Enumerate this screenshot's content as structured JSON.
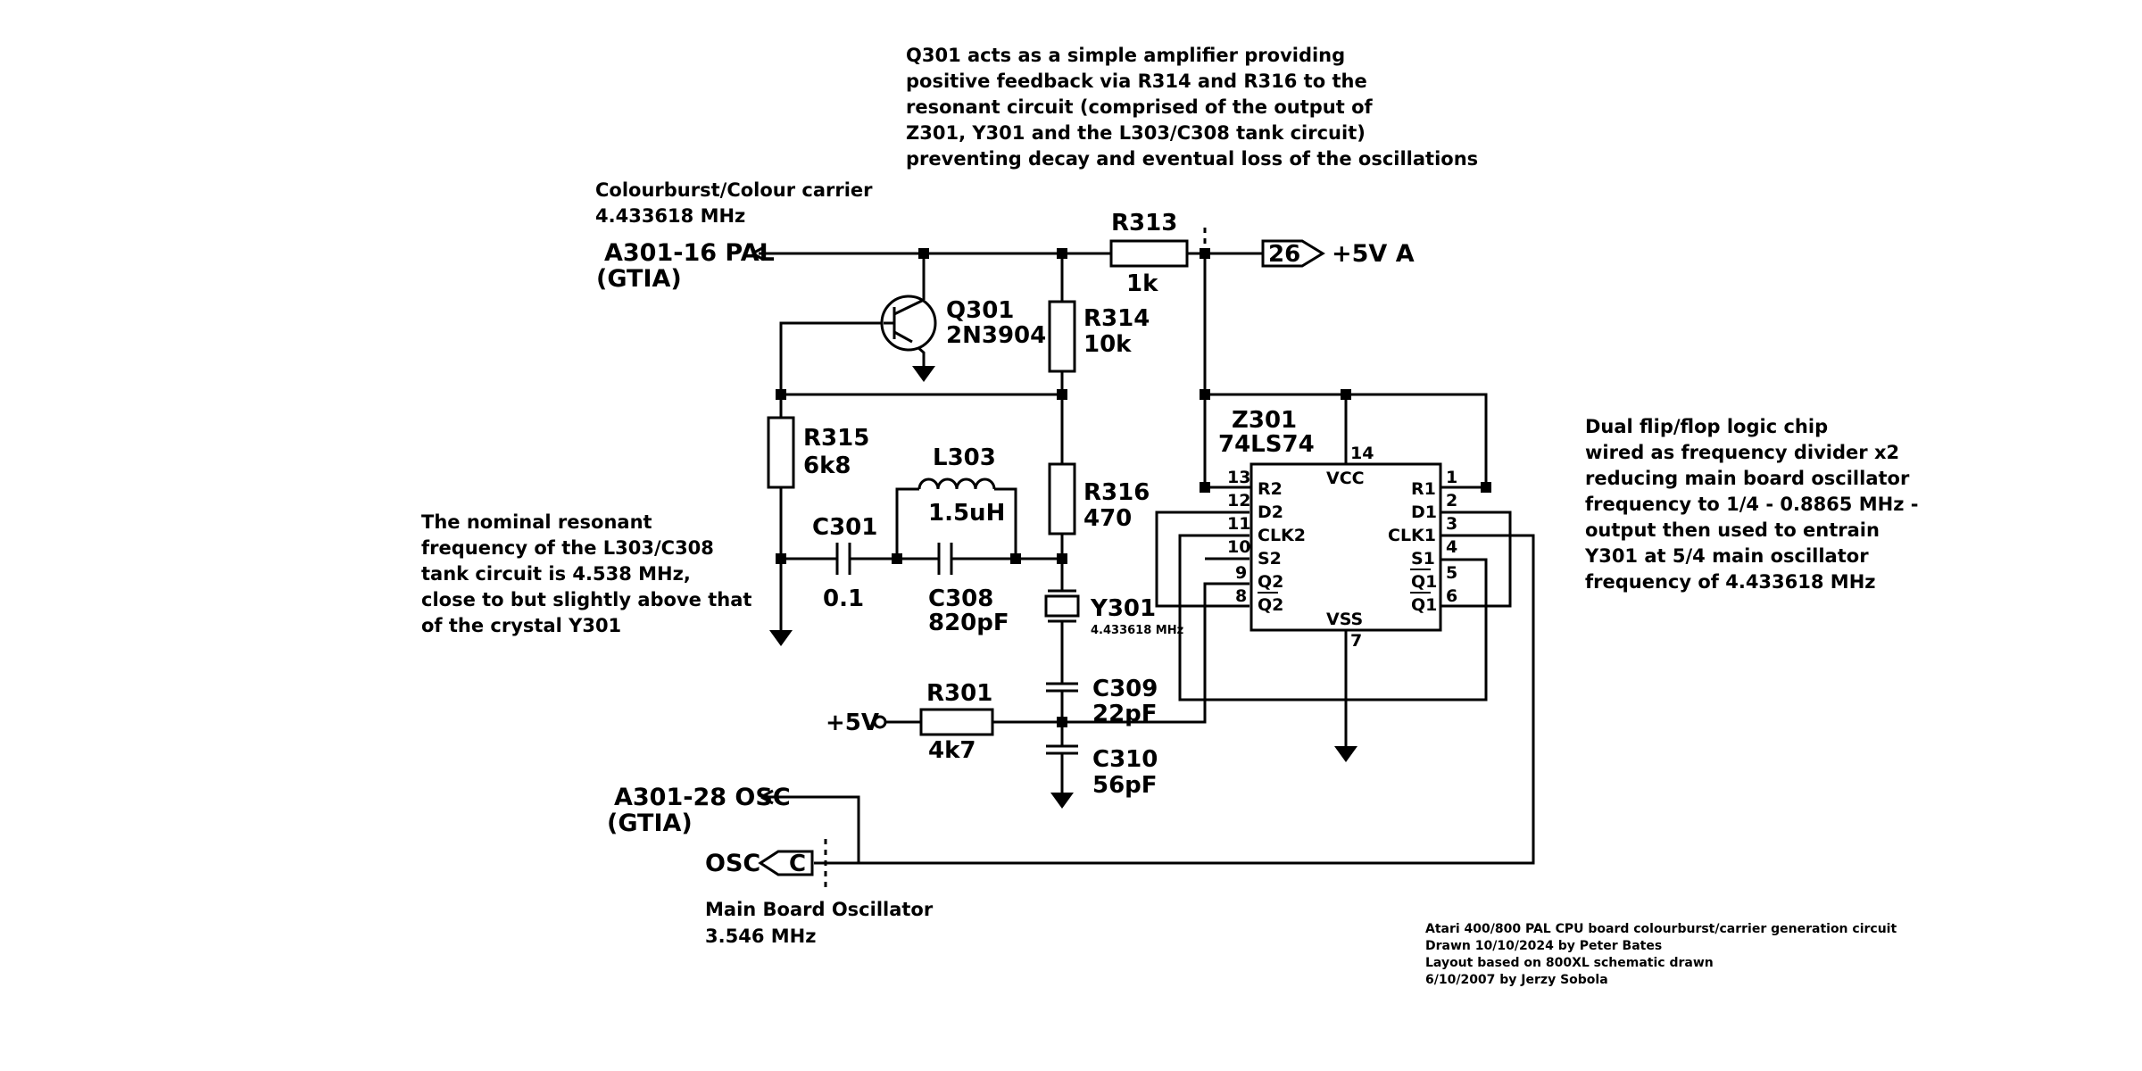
{
  "notes": {
    "q301_note": [
      "Q301 acts as a simple amplifier providing",
      "positive feedback via R314 and R316 to the",
      "resonant circuit (comprised of the output of",
      "Z301, Y301 and the L303/C308 tank circuit)",
      "preventing decay and eventual loss of the oscillations"
    ],
    "colourburst_note": [
      "Colourburst/Colour carrier",
      "4.433618 MHz"
    ],
    "resonant_note": [
      "The nominal resonant",
      "frequency of the L303/C308",
      "tank circuit is 4.538 MHz,",
      "close to but slightly above that",
      "of the crystal Y301"
    ],
    "flipflop_note": [
      "Dual flip/flop logic chip",
      "wired as frequency divider x2",
      "reducing main board oscillator",
      "frequency to 1/4 - 0.8865 MHz -",
      "output then used to entrain",
      "Y301 at 5/4 main oscillator",
      "frequency of 4.433618 MHz"
    ],
    "main_osc_note": [
      "Main Board Oscillator",
      "3.546 MHz"
    ],
    "credits": [
      "Atari 400/800 PAL CPU board colourburst/carrier generation circuit",
      "Drawn 10/10/2024 by Peter Bates",
      "Layout based on 800XL schematic drawn",
      "6/10/2007 by Jerzy Sobola"
    ]
  },
  "connectors": {
    "pal_out": [
      "A301-16 PAL",
      "(GTIA)"
    ],
    "osc_out": [
      "A301-28 OSC",
      "(GTIA)"
    ],
    "supply_pin": "26",
    "supply_label": "+5V A",
    "osc_in_pin": "C",
    "osc_in_label": "OSC",
    "plus5v": "+5V"
  },
  "components": {
    "r313": {
      "ref": "R313",
      "value": "1k"
    },
    "r314": {
      "ref": "R314",
      "value": "10k"
    },
    "r315": {
      "ref": "R315",
      "value": "6k8"
    },
    "r316": {
      "ref": "R316",
      "value": "470"
    },
    "r301": {
      "ref": "R301",
      "value": "4k7"
    },
    "q301": {
      "ref": "Q301",
      "value": "2N3904"
    },
    "l303": {
      "ref": "L303",
      "value": "1.5uH"
    },
    "c301": {
      "ref": "C301",
      "value": "0.1"
    },
    "c308": {
      "ref": "C308",
      "value": "820pF"
    },
    "c309": {
      "ref": "C309",
      "value": "22pF"
    },
    "c310": {
      "ref": "C310",
      "value": "56pF"
    },
    "y301": {
      "ref": "Y301",
      "value": "4.433618 MHz"
    },
    "z301": {
      "ref": "Z301",
      "value": "74LS74"
    }
  },
  "ic_pins": {
    "vcc": "VCC",
    "vss": "VSS",
    "r2": "R2",
    "d2": "D2",
    "clk2": "CLK2",
    "s2": "S2",
    "q2": "Q2",
    "q2bar": "Q2",
    "r1": "R1",
    "d1": "D1",
    "clk1": "CLK1",
    "s1": "S1",
    "q1": "Q1",
    "q1bar": "Q1",
    "n14": "14",
    "n7": "7",
    "n13": "13",
    "n12": "12",
    "n11": "11",
    "n10": "10",
    "n9": "9",
    "n8": "8",
    "n1": "1",
    "n2": "2",
    "n3": "3",
    "n4": "4",
    "n5": "5",
    "n6": "6"
  }
}
